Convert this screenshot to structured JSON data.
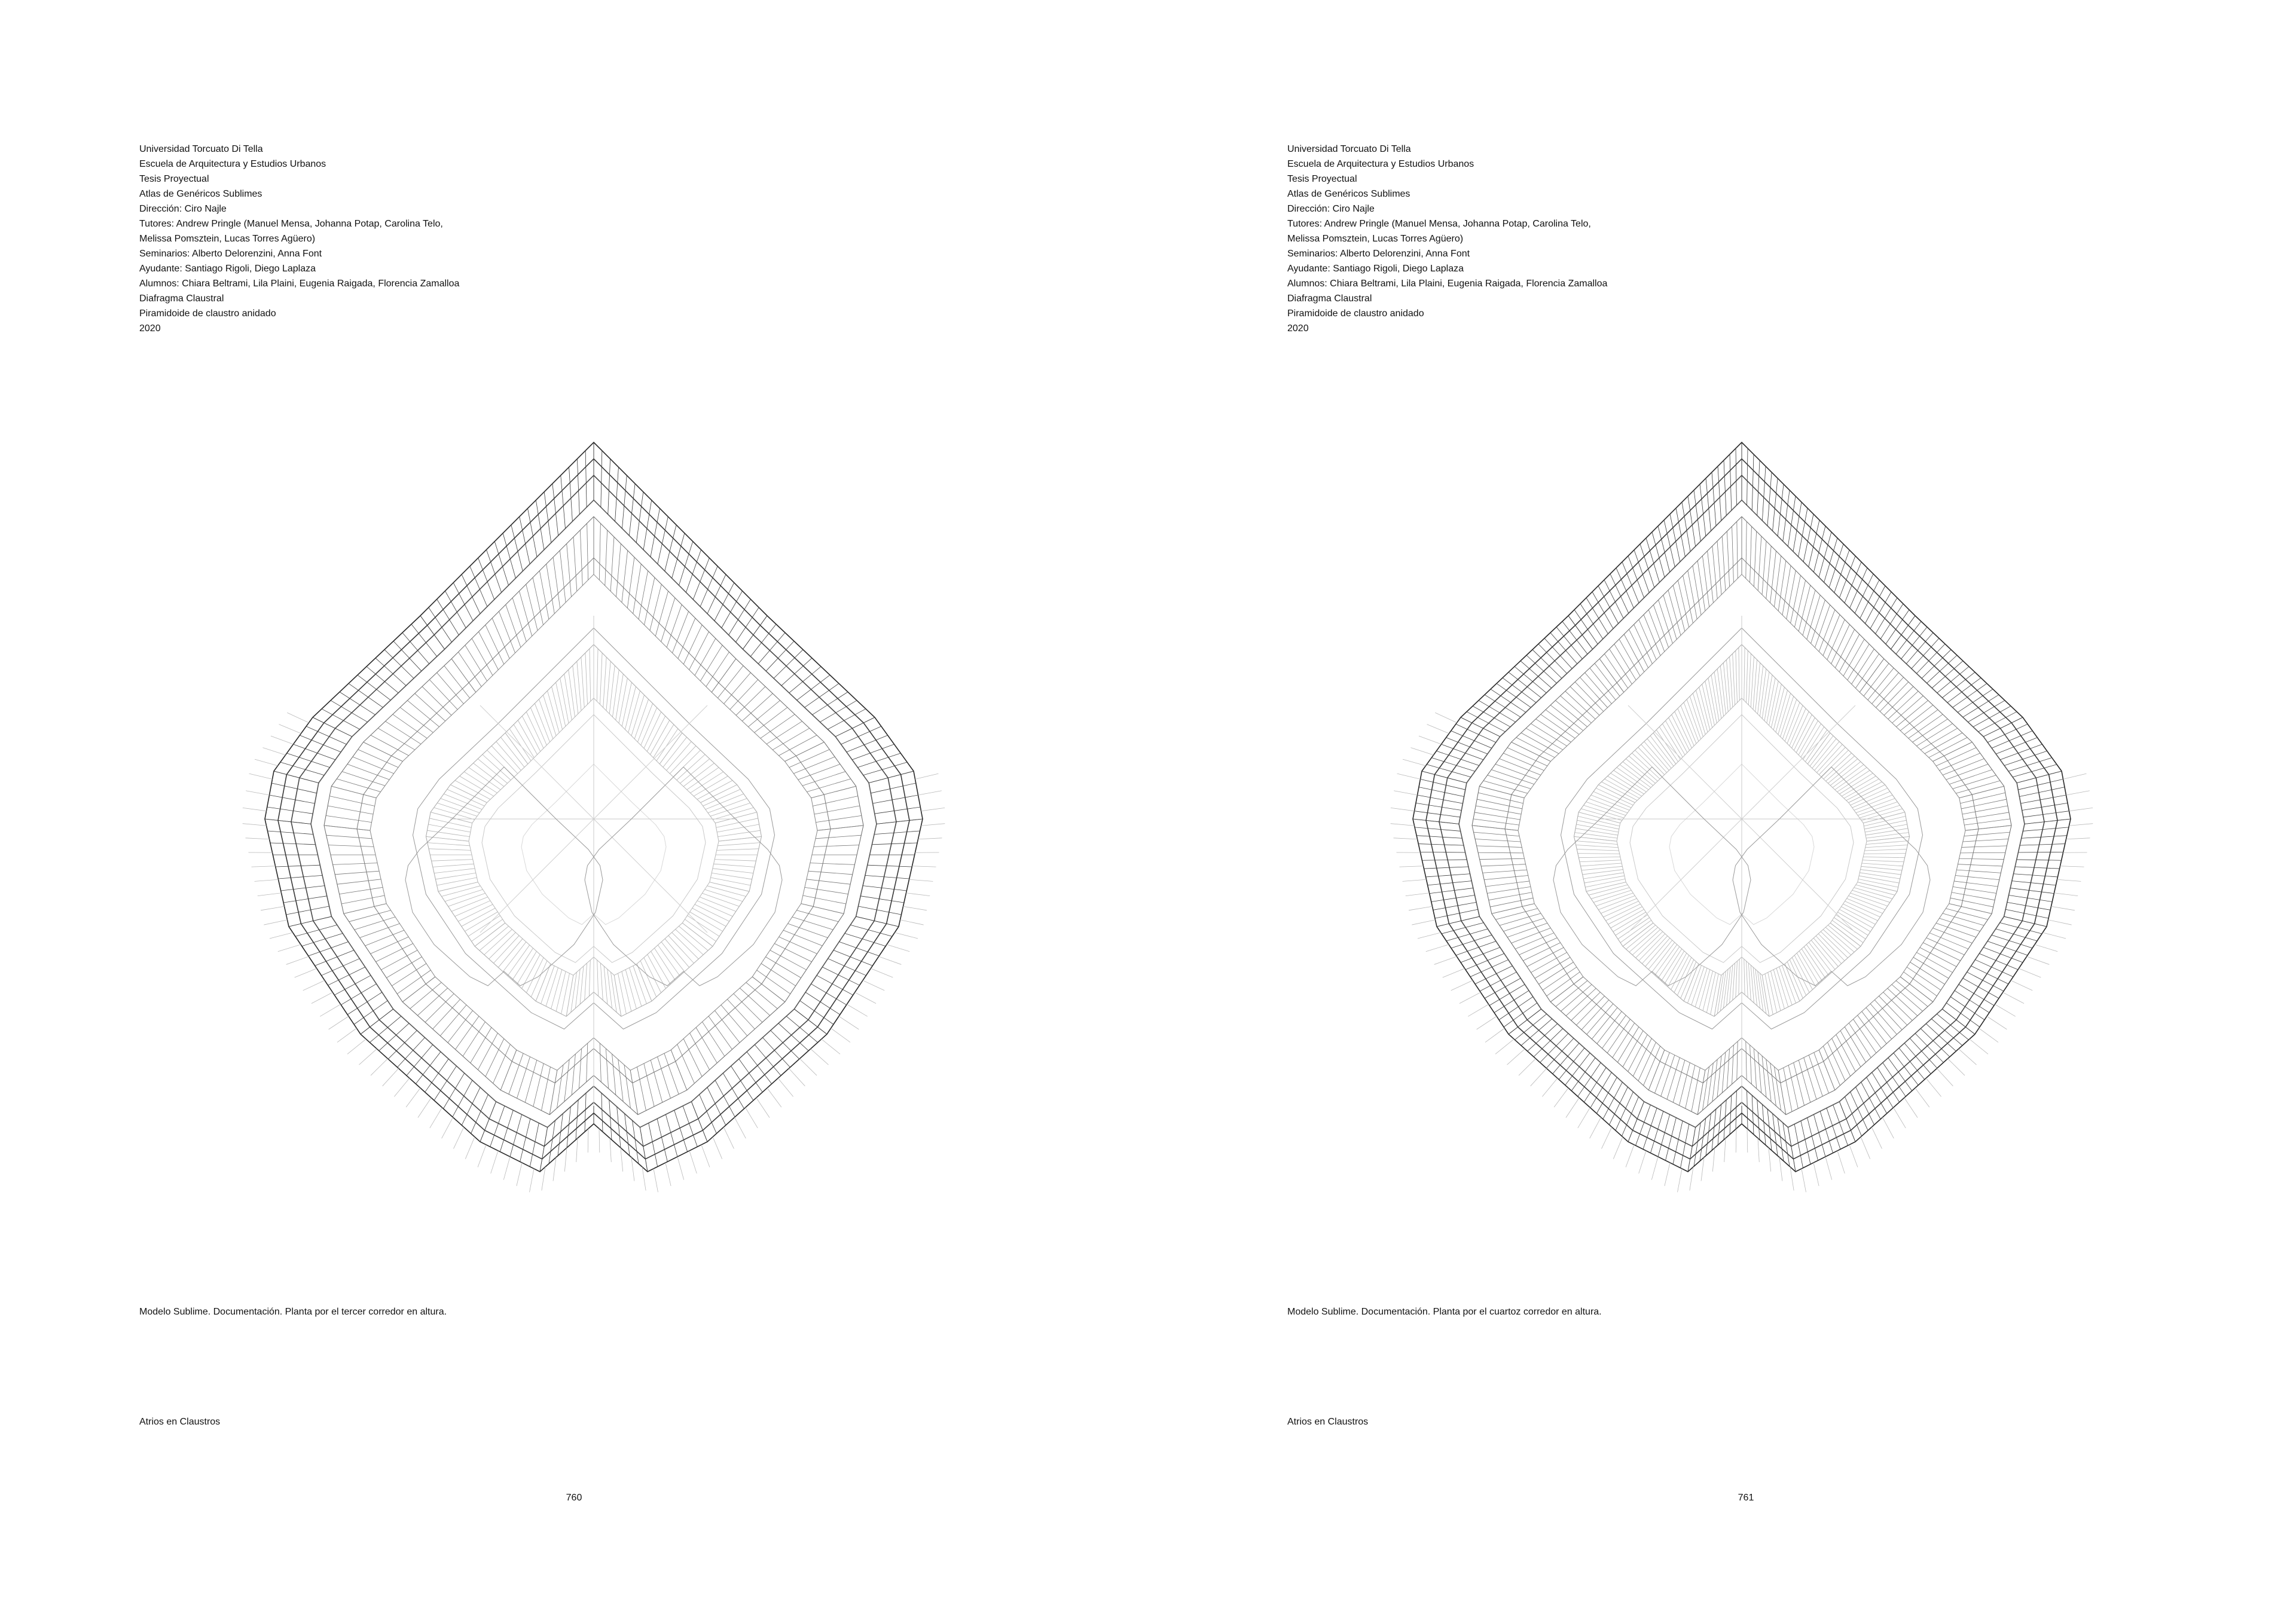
{
  "pages": [
    {
      "meta": [
        "Universidad Torcuato Di Tella",
        "Escuela de Arquitectura y Estudios Urbanos",
        "Tesis Proyectual",
        "Atlas de Genéricos Sublimes",
        "Dirección: Ciro Najle",
        "Tutores: Andrew Pringle (Manuel Mensa, Johanna Potap, Carolina Telo,\nMelissa Pomsztein, Lucas Torres Agüero)",
        "Seminarios: Alberto Delorenzini, Anna Font",
        "Ayudante: Santiago Rigoli, Diego Laplaza",
        "Alumnos: Chiara Beltrami, Lila Plaini, Eugenia Raigada, Florencia Zamalloa",
        "Diafragma Claustral",
        "Piramidoide de claustro anidado",
        "2020"
      ],
      "caption": "Modelo Sublime. Documentación. Planta por el tercer corredor en altura.",
      "section": "Atrios en Claustros",
      "page_number": "760"
    },
    {
      "meta": [
        "Universidad Torcuato Di Tella",
        "Escuela de Arquitectura y Estudios Urbanos",
        "Tesis Proyectual",
        "Atlas de Genéricos Sublimes",
        "Dirección: Ciro Najle",
        "Tutores: Andrew Pringle (Manuel Mensa, Johanna Potap, Carolina Telo,\nMelissa Pomsztein, Lucas Torres Agüero)",
        "Seminarios: Alberto Delorenzini, Anna Font",
        "Ayudante: Santiago Rigoli, Diego Laplaza",
        "Alumnos: Chiara Beltrami, Lila Plaini, Eugenia Raigada, Florencia Zamalloa",
        "Diafragma Claustral",
        "Piramidoide de claustro anidado",
        "2020"
      ],
      "caption": "Modelo Sublime. Documentación. Planta por el cuartoz corredor en altura.",
      "section": "Atrios en Claustros",
      "page_number": "761"
    }
  ]
}
